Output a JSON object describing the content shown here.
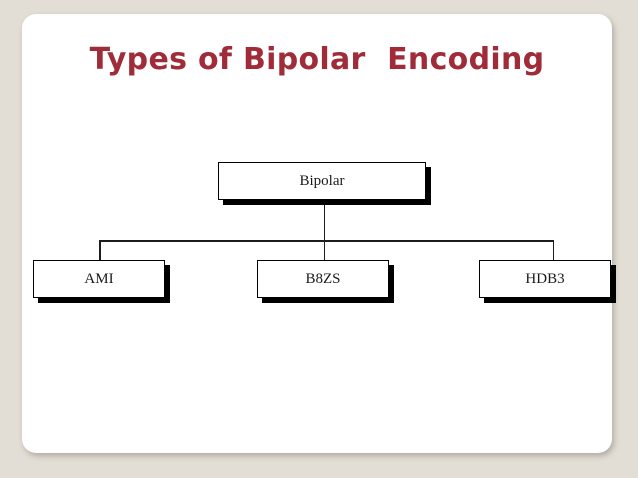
{
  "slide": {
    "title": "Types of Bipolar  Encoding",
    "title_color": "#a02b39",
    "background_color": "#e2ded5",
    "canvas_color": "#ffffff"
  },
  "diagram": {
    "type": "tree",
    "root": {
      "id": "bipolar",
      "label": "Bipolar"
    },
    "children": [
      {
        "id": "ami",
        "label": "AMI"
      },
      {
        "id": "b8zs",
        "label": "B8ZS"
      },
      {
        "id": "hdb3",
        "label": "HDB3"
      }
    ],
    "node_border_color": "#000000",
    "node_fill_color": "#ffffff",
    "node_shadow_color": "#000000",
    "connector_color": "#1d1d1d"
  }
}
